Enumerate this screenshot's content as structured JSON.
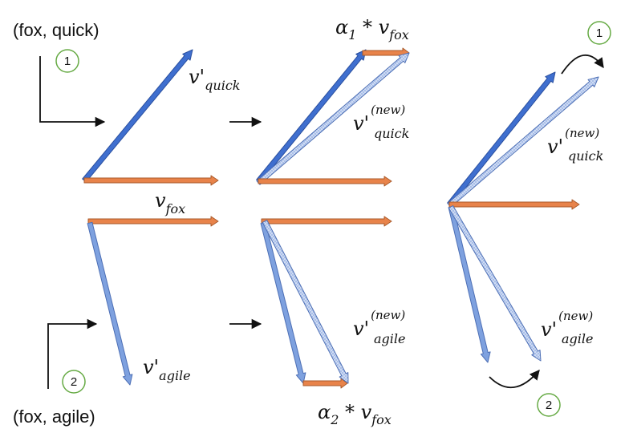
{
  "pairs": {
    "top": "(fox, quick)",
    "bottom": "(fox, agile)"
  },
  "steps": {
    "one": "1",
    "two": "2"
  },
  "labels": {
    "v_quick_prefix": "v'",
    "v_quick_sub": "quick",
    "v_fox_prefix": "v",
    "v_fox_sub": "fox",
    "v_agile_prefix": "v'",
    "v_agile_sub": "agile",
    "new_sup": "(new)",
    "alpha1_prefix": "α",
    "alpha1_index": "1",
    "alpha2_prefix": "α",
    "alpha2_index": "2",
    "times": " * v",
    "fox_sub": "fox"
  },
  "colors": {
    "fox_fill": "#e8834a",
    "fox_stroke": "#a85a2b",
    "quick_fill": "#3f6fcf",
    "quick_stroke": "#2a4f9e",
    "agile_fill": "#7ea1df",
    "agile_stroke": "#4d6fb5",
    "new_fill": "#b9cbed",
    "badge_stroke": "#66aa44"
  }
}
